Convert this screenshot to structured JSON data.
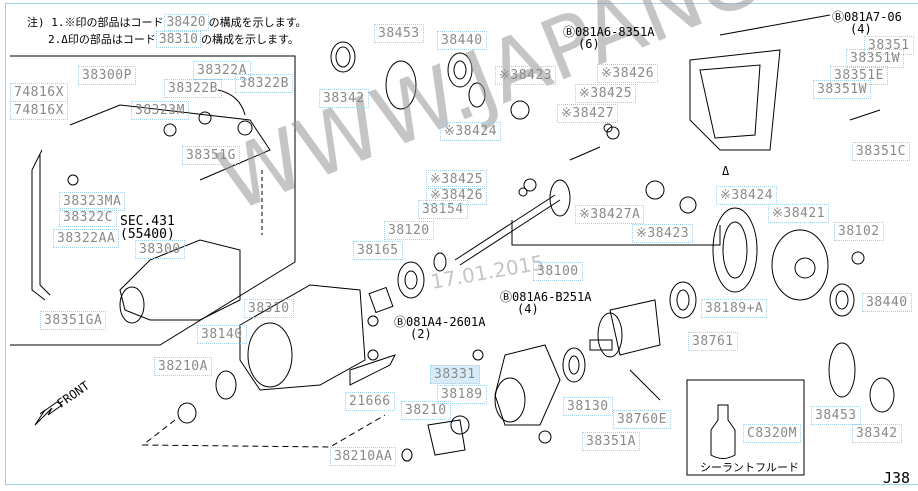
{
  "notes": [
    {
      "prefix": "注) 1.※印の部品はコード",
      "code": "38420",
      "suffix": "の構成を示します。"
    },
    {
      "prefix": "2.Δ印の部品はコード",
      "code": "38310",
      "suffix": "の構成を示します。"
    }
  ],
  "labels": {
    "p38453a": "38453",
    "p38440a": "38440",
    "p38342a": "38342",
    "p38300p": "38300P",
    "p38322a": "38322A",
    "p38322b1": "38322B",
    "p38322b2": "38322B",
    "p74816x1": "74816X",
    "p74816x2": "74816X",
    "p38323m": "38323M",
    "p38351g": "38351G",
    "p38323ma": "38323MA",
    "p38322c": "38322C",
    "p38322aa": "38322AA",
    "p38300": "38300",
    "p38351ga": "38351GA",
    "p38310": "38310",
    "p38140": "38140",
    "p38210a": "38210A",
    "p38165": "38165",
    "p38120": "38120",
    "p38154": "38154",
    "p38425b": "※38425",
    "p38426b": "※38426",
    "p38423a": "※38423",
    "p38424a": "※38424",
    "p38426a": "※38426",
    "p38425a": "※38425",
    "p38427": "※38427",
    "p38427a": "※38427A",
    "p38423b": "※38423",
    "p38424b": "※38424",
    "p38421": "※38421",
    "p38102": "38102",
    "p38100": "38100",
    "p38351": "38351",
    "p38351w1": "38351W",
    "p38351e": "38351E",
    "p38351w2": "38351W",
    "p38351c": "38351C",
    "p38331": "38331",
    "p38189": "38189",
    "p21666": "21666",
    "p38210": "38210",
    "p38210aa": "38210AA",
    "p38130": "38130",
    "p38760e": "38760E",
    "p38351a": "38351A",
    "p38761": "38761",
    "p38189a": "38189+A",
    "p38440b": "38440",
    "p38453b": "38453",
    "p38342b": "38342",
    "pc8320m": "C8320M"
  },
  "bolts": {
    "b1": "Ⓑ081A6-8351A",
    "b1q": "(6)",
    "b2": "Ⓑ081A7-06",
    "b2q": "(4)",
    "b3": "Ⓑ081A6-B251A",
    "b3q": "(4)",
    "b4": "Ⓑ081A4-2601A",
    "b4q": "(2)"
  },
  "sec": {
    "line1": "SEC.431",
    "line2": "(55400)"
  },
  "front": "FRONT",
  "delta": "Δ",
  "sealant_caption": "シーラントフルード",
  "page_code": "J38",
  "watermark": {
    "site": "WWW.JAPANCATS.RU",
    "date": "17.01.2015"
  }
}
